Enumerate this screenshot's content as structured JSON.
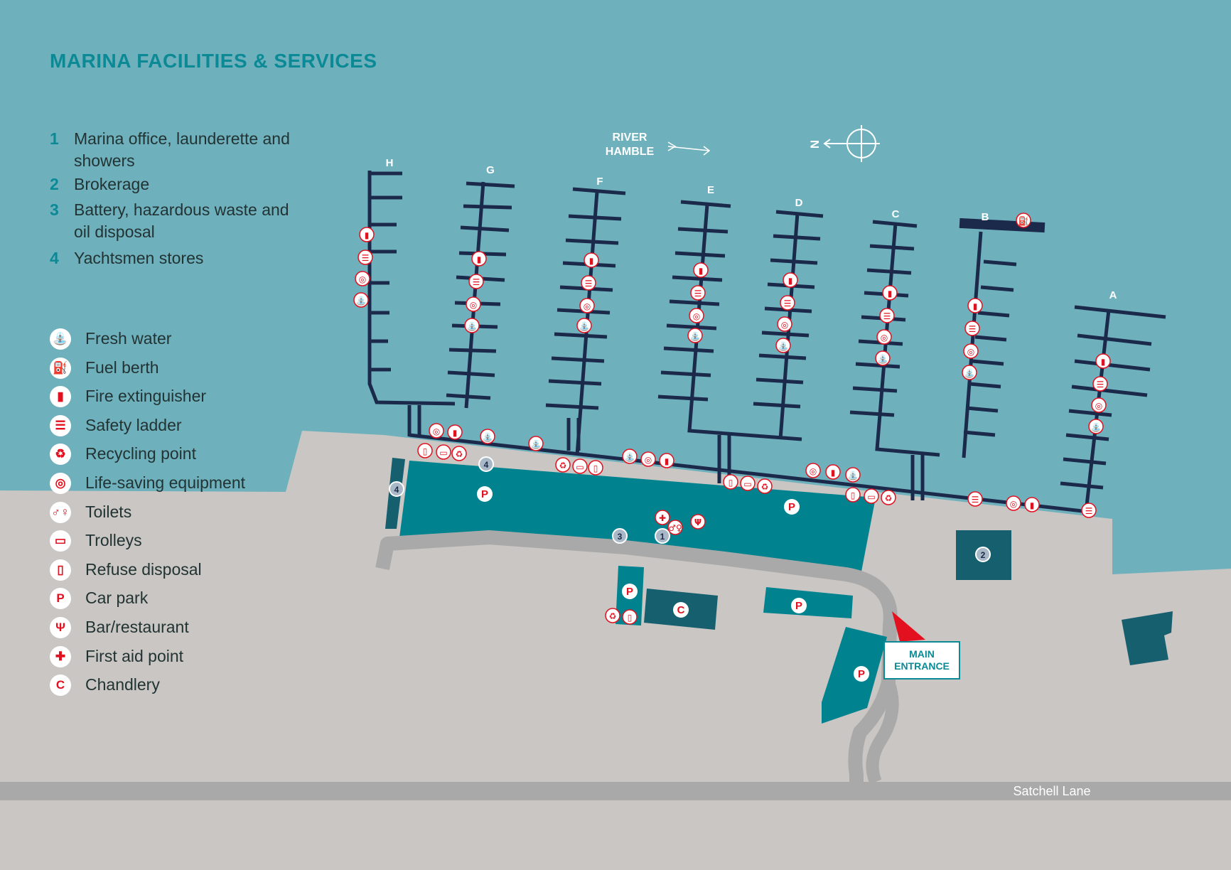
{
  "title": "MARINA FACILITIES & SERVICES",
  "numbered_legend": [
    {
      "num": "1",
      "text": "Marina office, launderette and showers"
    },
    {
      "num": "2",
      "text": "Brokerage"
    },
    {
      "num": "3",
      "text": "Battery, hazardous waste and oil disposal"
    },
    {
      "num": "4",
      "text": "Yachtsmen stores"
    }
  ],
  "icon_legend": [
    {
      "icon": "fresh-water-icon",
      "glyph": "⛲",
      "text": "Fresh water"
    },
    {
      "icon": "fuel-berth-icon",
      "glyph": "⛽",
      "text": "Fuel berth"
    },
    {
      "icon": "fire-extinguisher-icon",
      "glyph": "▮",
      "text": "Fire extinguisher"
    },
    {
      "icon": "safety-ladder-icon",
      "glyph": "☰",
      "text": "Safety ladder"
    },
    {
      "icon": "recycling-point-icon",
      "glyph": "♻",
      "text": "Recycling point"
    },
    {
      "icon": "life-saving-icon",
      "glyph": "◎",
      "text": "Life-saving equipment"
    },
    {
      "icon": "toilets-icon",
      "glyph": "♂♀",
      "text": "Toilets"
    },
    {
      "icon": "trolleys-icon",
      "glyph": "▭",
      "text": "Trolleys"
    },
    {
      "icon": "refuse-disposal-icon",
      "glyph": "▯",
      "text": "Refuse disposal"
    },
    {
      "icon": "car-park-icon",
      "glyph": "P",
      "text": "Car park"
    },
    {
      "icon": "bar-restaurant-icon",
      "glyph": "Ψ",
      "text": "Bar/restaurant"
    },
    {
      "icon": "first-aid-icon",
      "glyph": "✚",
      "text": "First aid point"
    },
    {
      "icon": "chandlery-icon",
      "glyph": "C",
      "text": "Chandlery"
    }
  ],
  "river": {
    "line1": "RIVER",
    "line2": "HAMBLE"
  },
  "compass_letter": "N",
  "pontoons": [
    "H",
    "G",
    "F",
    "E",
    "D",
    "C",
    "B",
    "A"
  ],
  "building_labels": {
    "b1": "1",
    "b2": "2",
    "b3": "3",
    "b4a": "4",
    "b4b": "4"
  },
  "car_park_glyph": "P",
  "chandlery_glyph": "C",
  "entrance": {
    "line1": "MAIN",
    "line2": "ENTRANCE"
  },
  "road_name": "Satchell Lane",
  "colors": {
    "water": "#6fb0bd",
    "land": "#c9c6c3",
    "teal": "#00838f",
    "dark_teal": "#155f6f",
    "pontoon": "#1b2a4a",
    "accent": "#e3101f"
  }
}
